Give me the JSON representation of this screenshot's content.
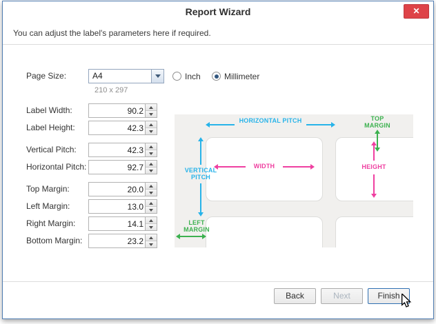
{
  "dialog": {
    "title": "Report Wizard",
    "close_glyph": "✕",
    "description": "You can adjust the label's parameters here if required."
  },
  "page_size": {
    "label": "Page Size:",
    "value": "A4",
    "dimensions": "210 x 297"
  },
  "units": {
    "inch": {
      "label": "Inch",
      "selected": false
    },
    "millimeter": {
      "label": "Millimeter",
      "selected": true
    }
  },
  "fields": [
    {
      "label": "Label Width:",
      "value": "90.2"
    },
    {
      "label": "Label Height:",
      "value": "42.3"
    },
    {
      "label": "Vertical Pitch:",
      "value": "42.3"
    },
    {
      "label": "Horizontal Pitch:",
      "value": "92.7"
    },
    {
      "label": "Top Margin:",
      "value": "20.0"
    },
    {
      "label": "Left Margin:",
      "value": "13.0"
    },
    {
      "label": "Right Margin:",
      "value": "14.1"
    },
    {
      "label": "Bottom Margin:",
      "value": "23.2"
    }
  ],
  "diagram": {
    "horizontal_pitch": "HORIZONTAL PITCH",
    "top_margin": "TOP MARGIN",
    "vertical_pitch": "VERTICAL PITCH",
    "width": "WIDTH",
    "height": "HEIGHT",
    "left_margin": "LEFT MARGIN",
    "colors": {
      "pitch": "#27b3e9",
      "margin": "#3cb14f",
      "dimension": "#ef3fa0"
    }
  },
  "footer": {
    "back": "Back",
    "next": "Next",
    "finish": "Finish"
  }
}
